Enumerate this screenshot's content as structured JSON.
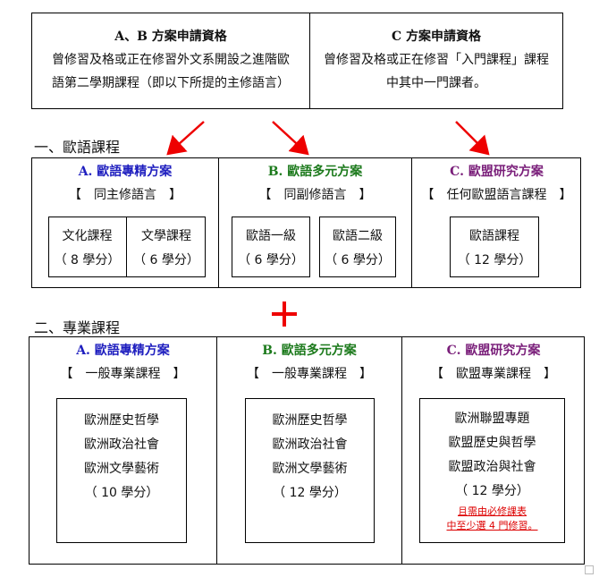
{
  "top": {
    "ab": {
      "title": "A、B 方案申請資格",
      "line1": "曾修習及格或正在修習外文系開設之進階歐",
      "line2": "語第二學期課程（即以下所提的主修語言）"
    },
    "c": {
      "title": "C 方案申請資格",
      "line1": "曾修習及格或正在修習「入門課程」課程",
      "line2": "中其中一門課者。"
    }
  },
  "section1": {
    "label": "一、歐語課程",
    "a": {
      "title": "A. 歐語專精方案",
      "subtitle": "【　同主修語言　】",
      "courses": [
        {
          "name": "文化課程",
          "credits": "（ 8 學分）"
        },
        {
          "name": "文學課程",
          "credits": "（ 6 學分）"
        }
      ]
    },
    "b": {
      "title": "B. 歐語多元方案",
      "subtitle": "【　同副修語言　】",
      "courses": [
        {
          "name": "歐語一級",
          "credits": "（ 6 學分）"
        },
        {
          "name": "歐語二級",
          "credits": "（ 6 學分）"
        }
      ]
    },
    "c": {
      "title": "C. 歐盟研究方案",
      "subtitle": "【　任何歐盟語言課程　】",
      "course": {
        "name": "歐語課程",
        "credits": "（ 12 學分）"
      }
    }
  },
  "plus": "＋",
  "section2": {
    "label": "二、專業課程",
    "a": {
      "title": "A. 歐語專精方案",
      "subtitle": "【　一般專業課程　】",
      "lines": [
        "歐洲歷史哲學",
        "歐洲政治社會",
        "歐洲文學藝術",
        "（ 10 學分）"
      ]
    },
    "b": {
      "title": "B. 歐語多元方案",
      "subtitle": "【　一般專業課程　】",
      "lines": [
        "歐洲歷史哲學",
        "歐洲政治社會",
        "歐洲文學藝術",
        "（ 12 學分）"
      ]
    },
    "c": {
      "title": "C. 歐盟研究方案",
      "subtitle": "【　歐盟專業課程　】",
      "lines": [
        "歐洲聯盟專題",
        "歐盟歷史與哲學",
        "歐盟政治與社會",
        "（ 12 學分）"
      ],
      "note1": "且需由必修課表",
      "note2": "中至少選 4 門修習。"
    }
  },
  "colors": {
    "blue": "#1f1fbf",
    "green": "#1c7a1c",
    "purple": "#7a1f7a",
    "red": "#dd0000"
  }
}
